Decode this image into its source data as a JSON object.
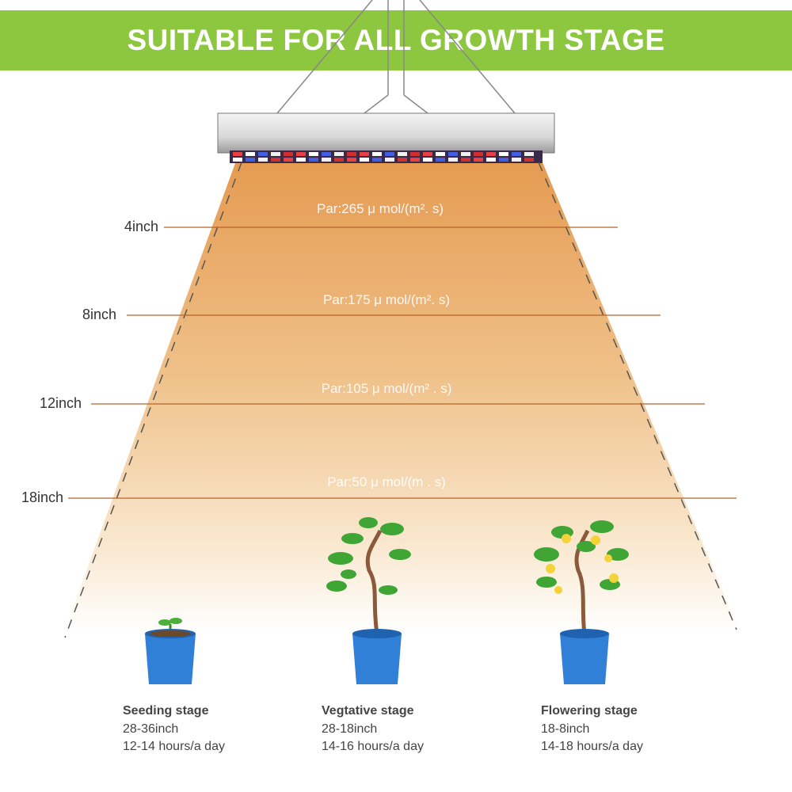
{
  "title": "SUITABLE FOR ALL GROWTH STAGE",
  "distances": [
    {
      "label": "4inch",
      "par": "Par:265 μ  mol/(m². s)"
    },
    {
      "label": "8inch",
      "par": "Par:175 μ  mol/(m². s)"
    },
    {
      "label": "12inch",
      "par": "Par:105 μ  mol/(m² . s)"
    },
    {
      "label": "18inch",
      "par": "Par:50 μ  mol/(m . s)"
    }
  ],
  "stages": [
    {
      "name": "Seeding stage",
      "distance": "28-36inch",
      "hours": "12-14 hours/a day"
    },
    {
      "name": "Vegtative stage",
      "distance": "28-18inch",
      "hours": "14-16 hours/a day"
    },
    {
      "name": "Flowering stage",
      "distance": "18-8inch",
      "hours": "14-18 hours/a day"
    }
  ],
  "colors": {
    "banner": "#8dc63f",
    "beam": "#e9a35a",
    "pot": "#2f80d6",
    "line": "#b4652a"
  }
}
